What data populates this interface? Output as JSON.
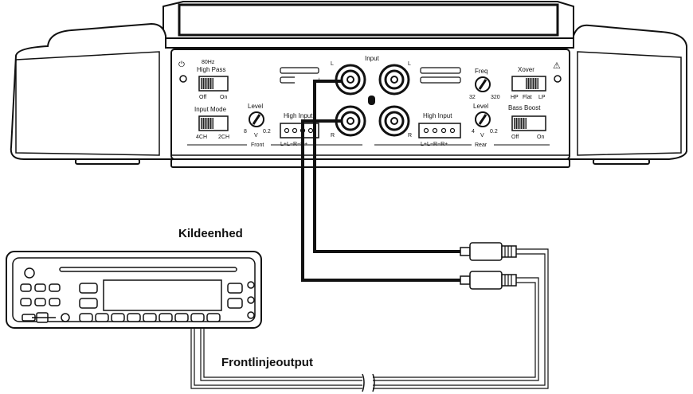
{
  "labels": {
    "source_unit": "Kildeenhed",
    "front_output": "Frontlinjeoutput"
  },
  "amplifier_panel": {
    "power_symbol": "⏻",
    "warning_symbol": "⚠",
    "high_pass": {
      "freq": "80Hz",
      "title": "High Pass",
      "off": "Off",
      "on": "On"
    },
    "input_mode": {
      "title": "Input Mode",
      "left": "4CH",
      "right": "2CH"
    },
    "front_level": {
      "title": "Level",
      "min": "8",
      "unit": "V",
      "max": "0.2"
    },
    "front_high_input": {
      "title": "High Input",
      "pins": "L+L−R−R+",
      "section": "Front"
    },
    "rca_input": {
      "title": "Input",
      "left": "L",
      "right": "R"
    },
    "rear_high_input": {
      "title": "High Input",
      "pins": "L+L−R−R+",
      "section": "Rear"
    },
    "freq": {
      "title": "Freq",
      "min": "32",
      "max": "320"
    },
    "rear_level": {
      "title": "Level",
      "min": "4",
      "unit": "V",
      "max": "0.2"
    },
    "xover": {
      "title": "Xover",
      "hp": "HP",
      "flat": "Flat",
      "lp": "LP"
    },
    "bass_boost": {
      "title": "Bass Boost",
      "off": "Off",
      "on": "On"
    }
  },
  "colors": {
    "line": "#111111",
    "cable": "#111111",
    "background": "#ffffff"
  }
}
